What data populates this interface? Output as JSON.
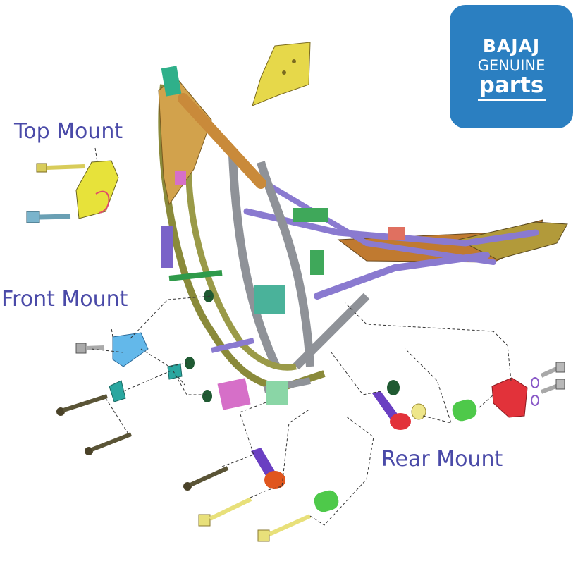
{
  "diagram": {
    "labels": {
      "top_mount": "Top Mount",
      "front_mount": "Front Mount",
      "rear_mount": "Rear Mount"
    }
  },
  "logo": {
    "brand": "BAJAJ",
    "line2": "GENUINE",
    "line3": "parts",
    "color": "#2b7fc1"
  },
  "colors": {
    "frame_tan": "#d2a24c",
    "frame_olive": "#8a8a3a",
    "tube_purple": "#8a7ad0",
    "tube_grey": "#8f9298",
    "bolt_yellow": "#e8e07a",
    "bolt_dark": "#5a5436",
    "bushing_green": "#4ec94a",
    "rubber_dark_green": "#1f5a32",
    "rear_bracket_red": "#e2323a",
    "damper_purple": "#6a3fc2",
    "damper_orange": "#e0561e",
    "bracket_blue": "#63b8ea",
    "bracket_teal": "#2aa7a0",
    "top_bracket_yellow": "#e7e23a",
    "label_text": "#4a4aa8"
  }
}
